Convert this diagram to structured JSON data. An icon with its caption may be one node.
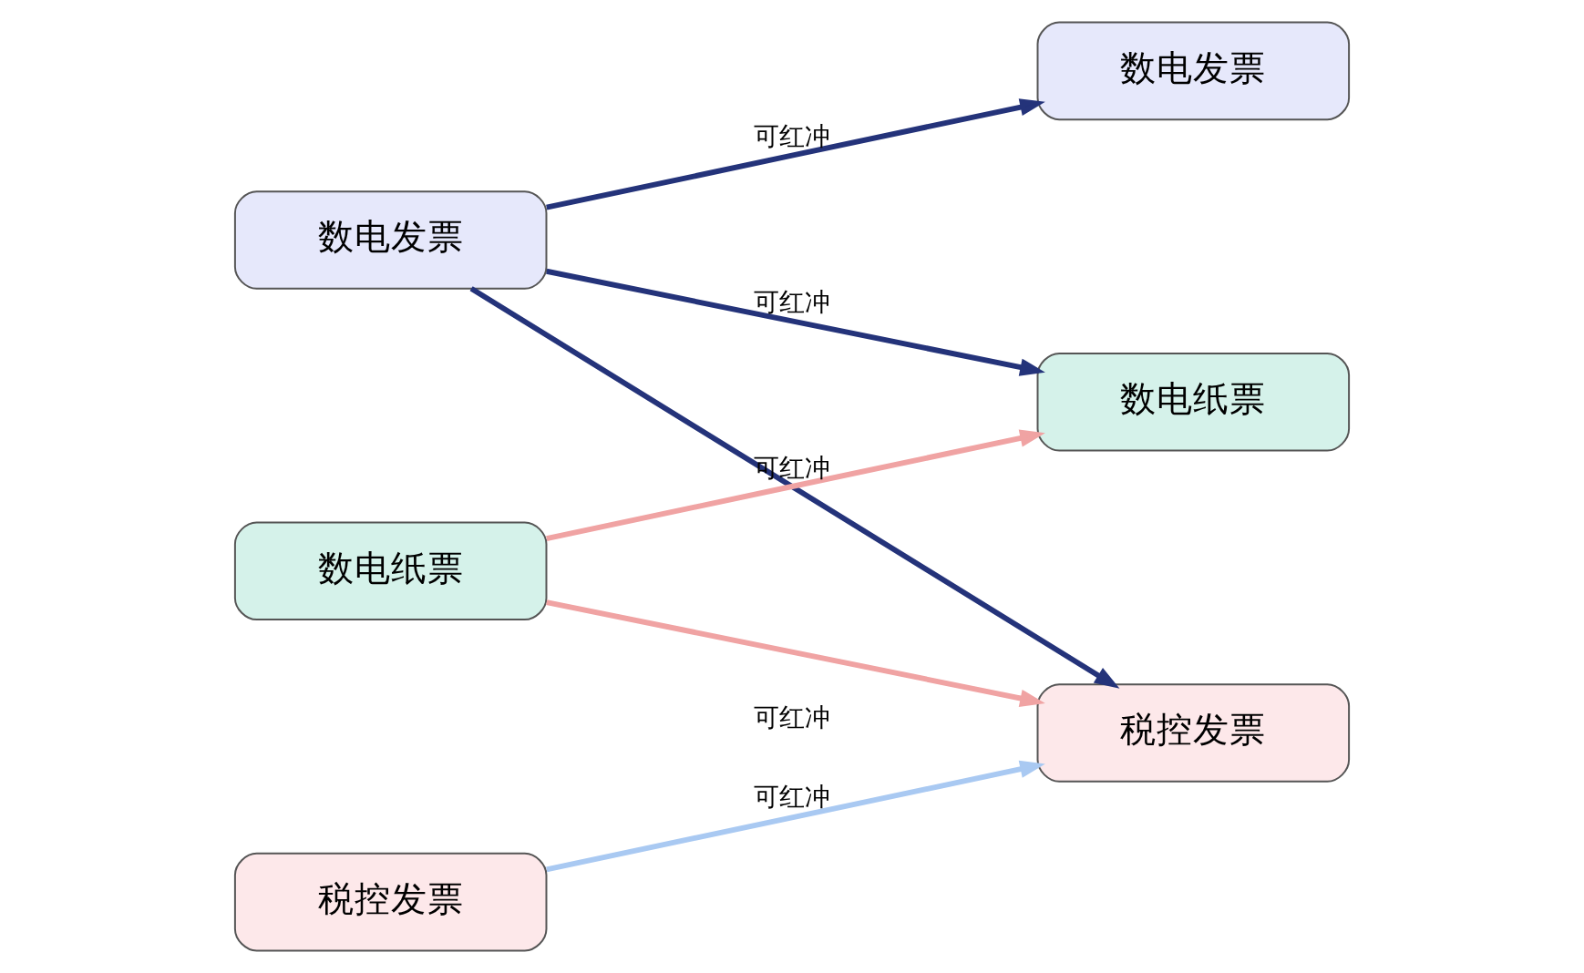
{
  "diagram": {
    "nodes": [
      {
        "text": [
          "数电发票"
        ]
      },
      {
        "text": [
          "数电发票"
        ]
      },
      {
        "text": [
          "数电纸票"
        ]
      },
      {
        "text": [
          "数电纸票"
        ]
      },
      {
        "text": [
          "税控发票"
        ]
      },
      {
        "text": [
          "税控发票"
        ]
      }
    ],
    "edges": [
      {
        "from": 0,
        "to": 1,
        "arrow": "to",
        "label": "可红冲"
      },
      {
        "from": 0,
        "to": 3,
        "arrow": "to",
        "label": "可红冲"
      },
      {
        "from": 0,
        "to": 5,
        "arrow": "to"
      },
      {
        "from": 2,
        "to": 3,
        "arrow": "to",
        "label": "可红冲",
        "color": "#f0a3a3"
      },
      {
        "from": 2,
        "to": 5,
        "arrow": "to",
        "label": "可红冲",
        "color": "#f0a3a3"
      },
      {
        "from": 4,
        "to": 5,
        "arrow": "to",
        "label": "可红冲",
        "color": "#a9c9f2"
      }
    ]
  }
}
